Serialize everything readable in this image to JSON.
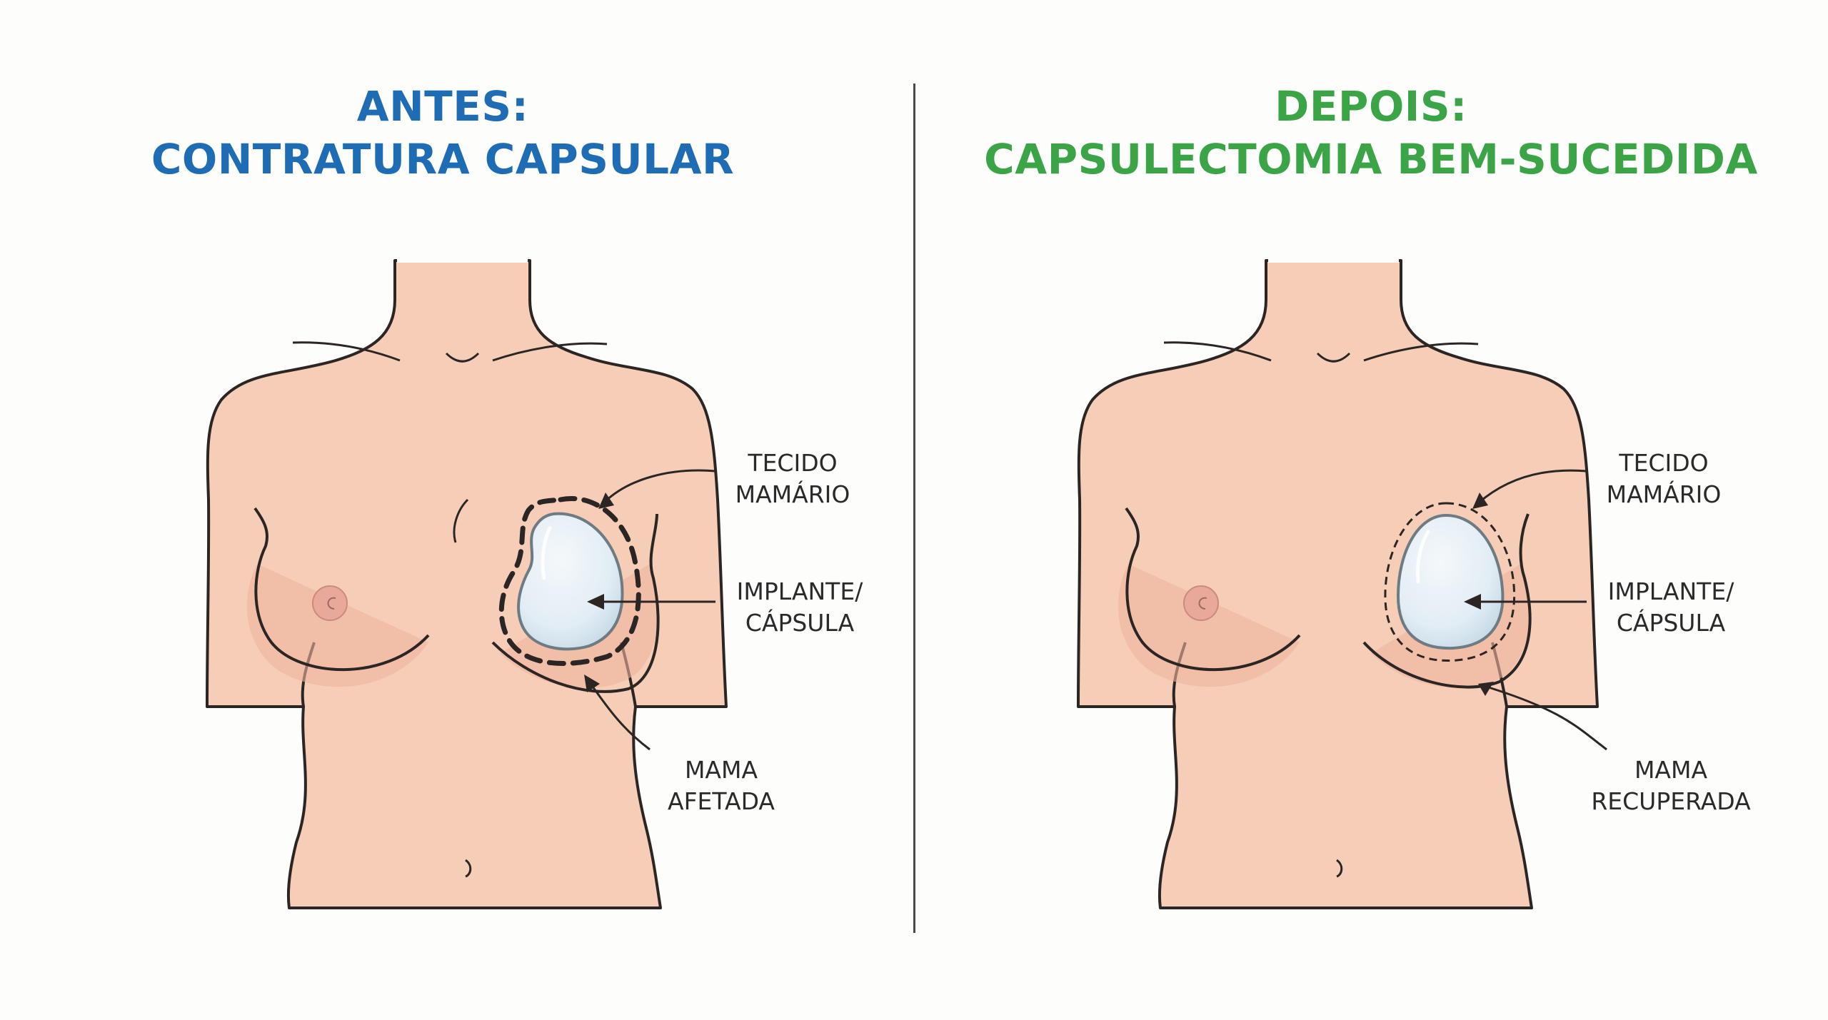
{
  "panels": {
    "before": {
      "title_line1": "ANTES:",
      "title_line2": "CONTRATURA CAPSULAR",
      "title_color": "#1e6db4",
      "labels": {
        "tissue_line1": "TECIDO",
        "tissue_line2": "MAMÁRIO",
        "implant_line1": "IMPLANTE/",
        "implant_line2": "CÁPSULA",
        "breast_line1": "MAMA",
        "breast_line2": "AFETADA"
      },
      "capsule_style": "thick-dashed"
    },
    "after": {
      "title_line1": "DEPOIS:",
      "title_line2": "CAPSULECTOMIA BEM-SUCEDIDA",
      "title_color": "#3aa446",
      "labels": {
        "tissue_line1": "TECIDO",
        "tissue_line2": "MAMÁRIO",
        "implant_line1": "IMPLANTE/",
        "implant_line2": "CÁPSULA",
        "breast_line1": "MAMA",
        "breast_line2": "RECUPERADA"
      },
      "capsule_style": "thin-dashed"
    }
  },
  "colors": {
    "skin": "#f6cdb6",
    "skin_shadow": "#eeb49c",
    "outline": "#2b2523",
    "implant": "#e3eef5",
    "implant_edge": "#6f7b82",
    "background": "#fdfdfc"
  }
}
